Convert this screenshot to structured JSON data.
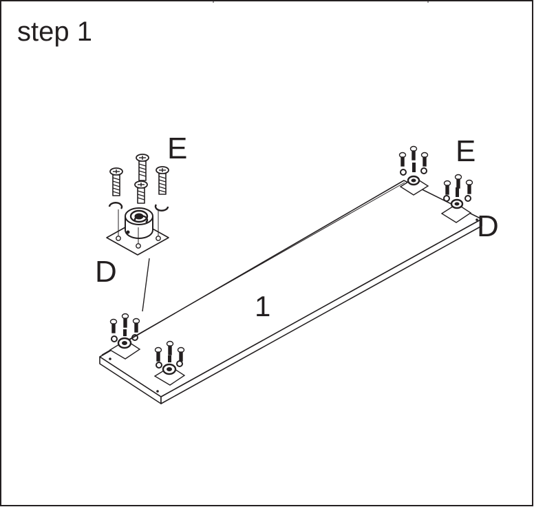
{
  "step": {
    "title": "step 1"
  },
  "parts": {
    "panel_number": "1",
    "hardware_e": "E",
    "hardware_d": "D"
  },
  "colors": {
    "line": "#231f20",
    "background": "#ffffff"
  }
}
